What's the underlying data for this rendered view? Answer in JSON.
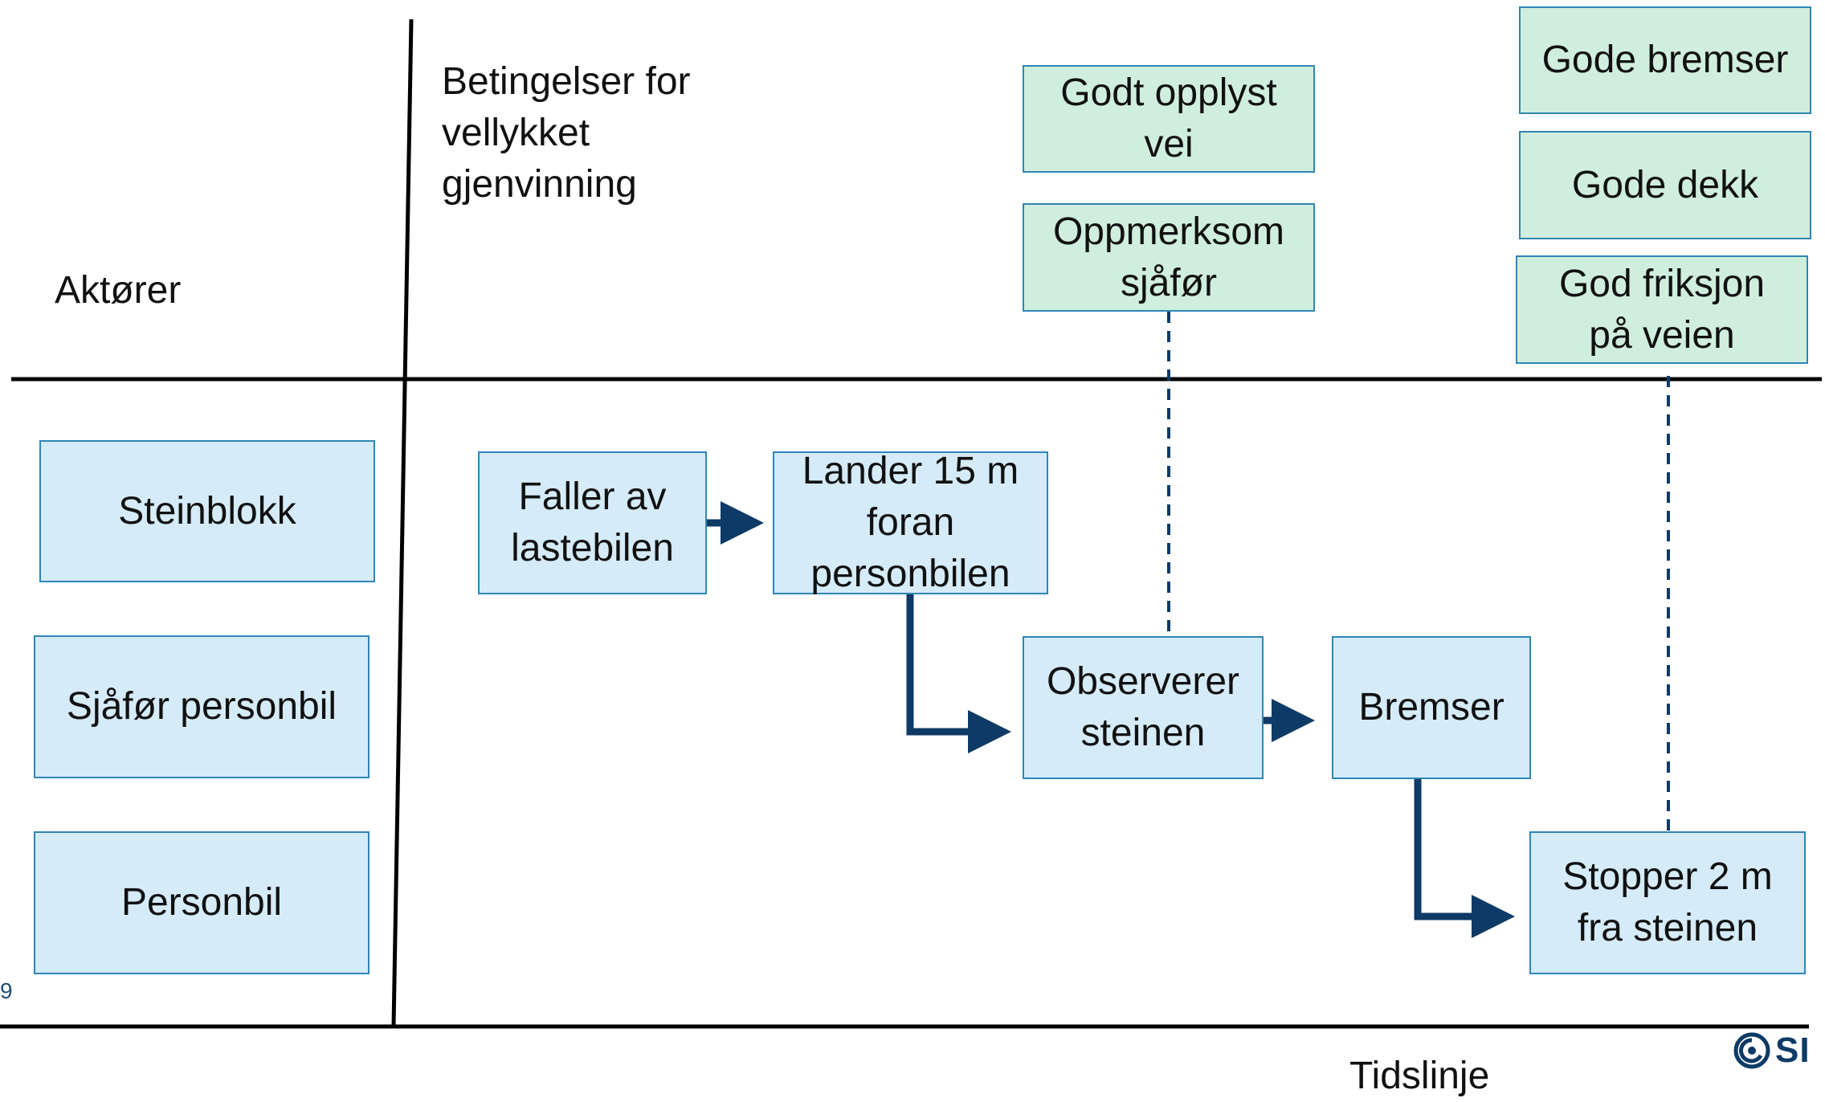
{
  "header": {
    "actors_label": "Aktører",
    "conditions_label": "Betingelser for\nvellykket\ngjenvinning",
    "timeline_label": "Tidslinje"
  },
  "actors": [
    "Steinblokk",
    "Sjåfør personbil",
    "Personbil"
  ],
  "events": {
    "falls": "Faller av\nlastebilen",
    "lands": "Lander 15 m\nforan\npersonbilen",
    "observes": "Observerer\nsteinen",
    "brakes": "Bremser",
    "stops": "Stopper 2 m\nfra steinen"
  },
  "conditions": {
    "lit_road": "Godt opplyst\nvei",
    "alert_driver": "Oppmerksom\nsjåfør",
    "good_brakes": "Gode bremser",
    "good_tires": "Gode dekk",
    "good_friction": "God friksjon\npå veien"
  },
  "footer": {
    "page_number": "9",
    "logo_text": "SI"
  },
  "colors": {
    "event_fill": "#d5ebf8",
    "condition_fill": "#d0eedd",
    "box_border": "#2e86b5",
    "arrow": "#0d3a66",
    "axis": "#000000"
  }
}
